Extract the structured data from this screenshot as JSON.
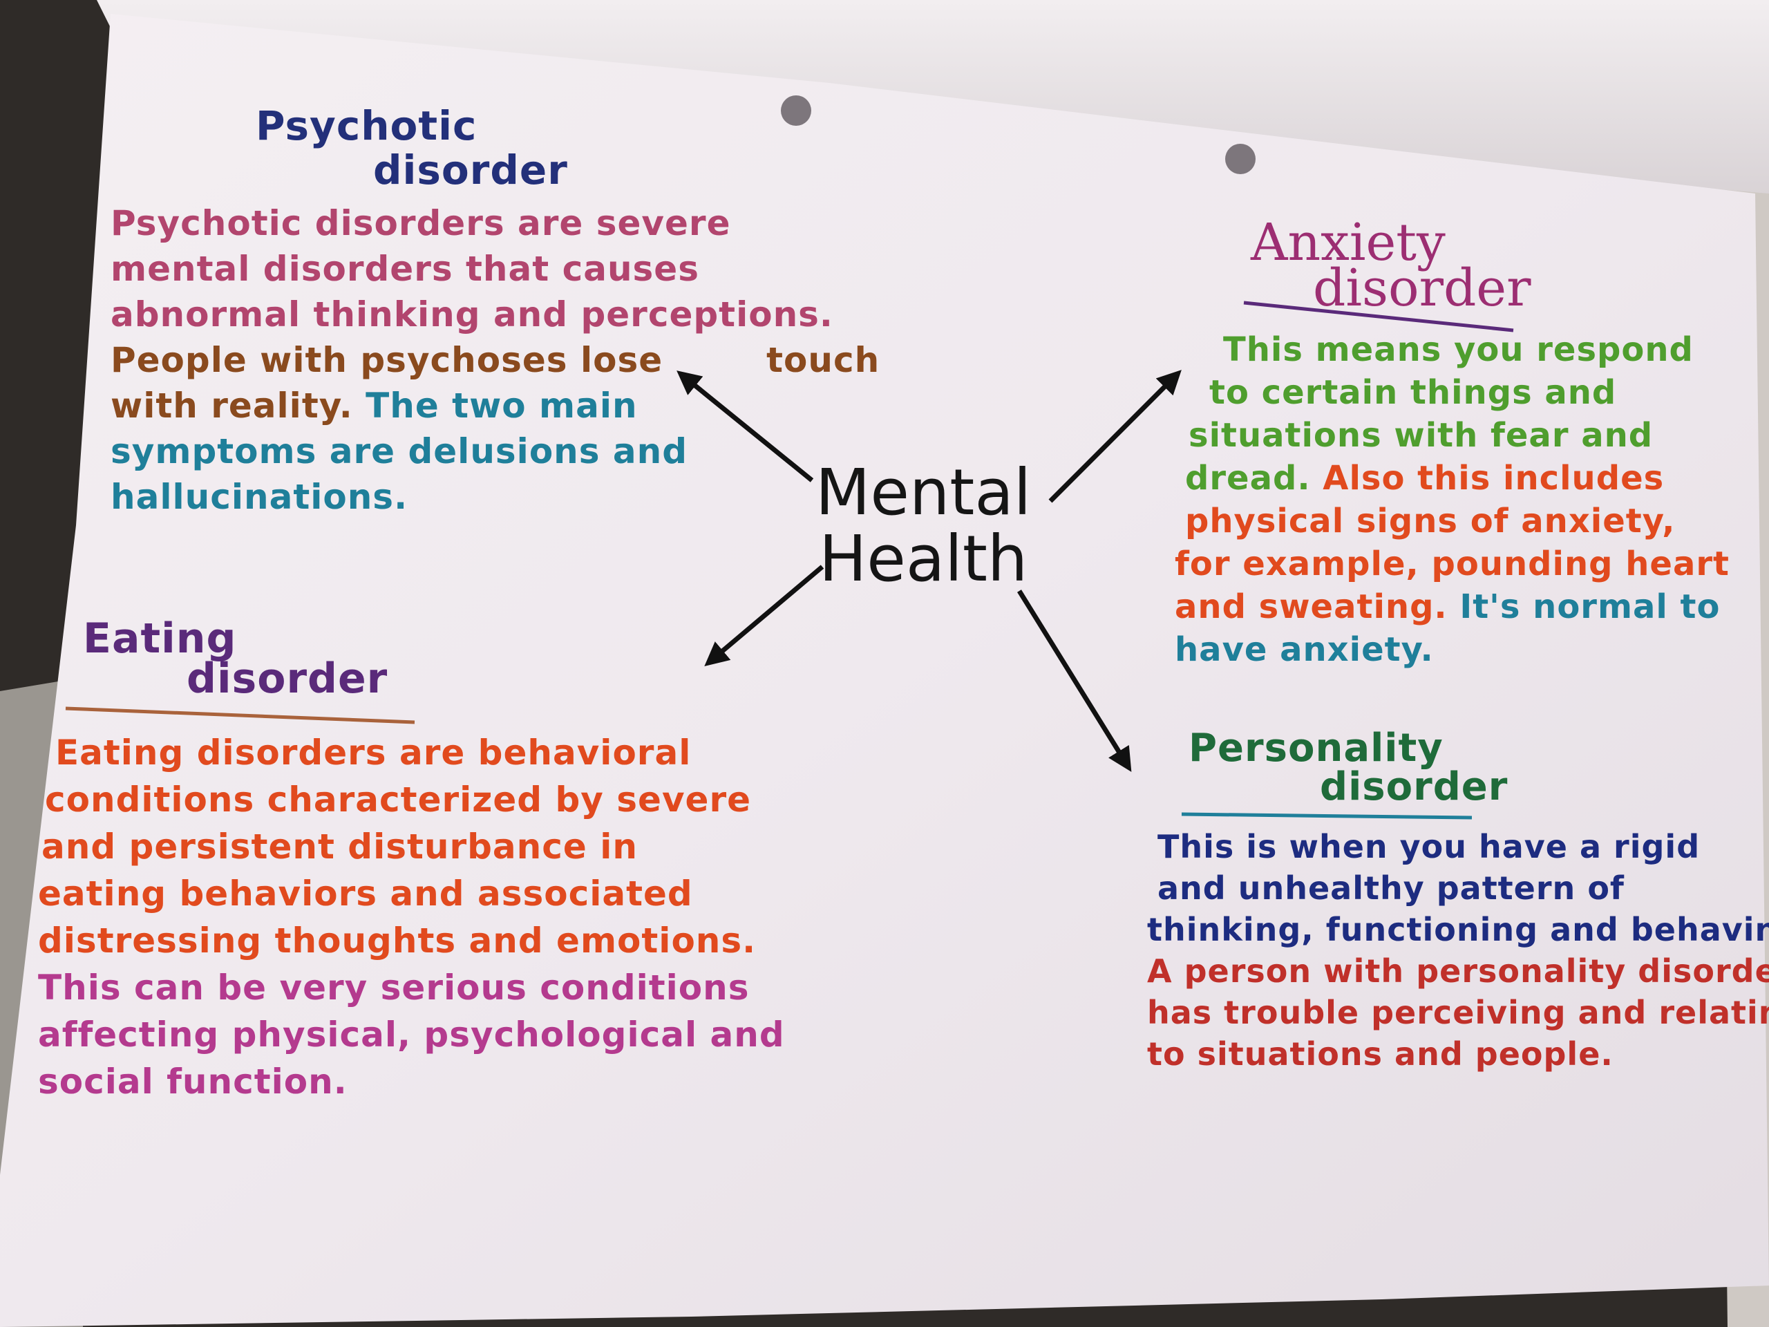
{
  "colors": {
    "purple_navy": "#23307a",
    "pink": "#b2456e",
    "brown": "#8a4a1e",
    "teal": "#1f7f9a",
    "green": "#4f9e2e",
    "orange_red": "#e14a1e",
    "magenta": "#b43a8e",
    "crimson": "#c0302a",
    "navy": "#1d2c80",
    "dark_green": "#1f6b3a",
    "violet": "#5a2a7a",
    "black": "#151515"
  },
  "center": {
    "line1": "Mental",
    "line2": "Health"
  },
  "psychotic": {
    "title_line1": "Psychotic",
    "title_line2": "disorder",
    "line1": "Psychotic disorders are severe",
    "line2": "mental disorders that causes",
    "line3": "abnormal thinking and perceptions.",
    "line4": "People with psychoses lose",
    "line4b": "touch",
    "line5a": "with reality.",
    "line5b": " The two main",
    "line6": "symptoms are delusions and",
    "line7": "hallucinations."
  },
  "anxiety": {
    "title_line1": "Anxiety",
    "title_line2": "disorder",
    "line1": "This means you respond",
    "line2": "to certain things and",
    "line3": "situations with fear and",
    "line4a": "dread.",
    "line4b": " Also this includes",
    "line5": "physical signs of anxiety,",
    "line6": "for example, pounding heart",
    "line7a": "and sweating.",
    "line7b": " It's normal to",
    "line8": "have anxiety."
  },
  "eating": {
    "title_line1": "Eating",
    "title_line2": "disorder",
    "line1": "Eating disorders are behavioral",
    "line2": "conditions characterized by severe",
    "line3": "and persistent disturbance in",
    "line4": "eating behaviors and associated",
    "line5": "distressing thoughts and emotions.",
    "line6": "This can be very serious conditions",
    "line7": "affecting physical, psychological and",
    "line8": "social function."
  },
  "personality": {
    "title_line1": "Personality",
    "title_line2": "disorder",
    "line1": "This is when you have a rigid",
    "line2": "and unhealthy pattern of",
    "line3": "thinking, functioning and behaving.",
    "line4": "A person with personality disorder",
    "line5": "has trouble perceiving and relating",
    "line6": "to situations and people."
  }
}
